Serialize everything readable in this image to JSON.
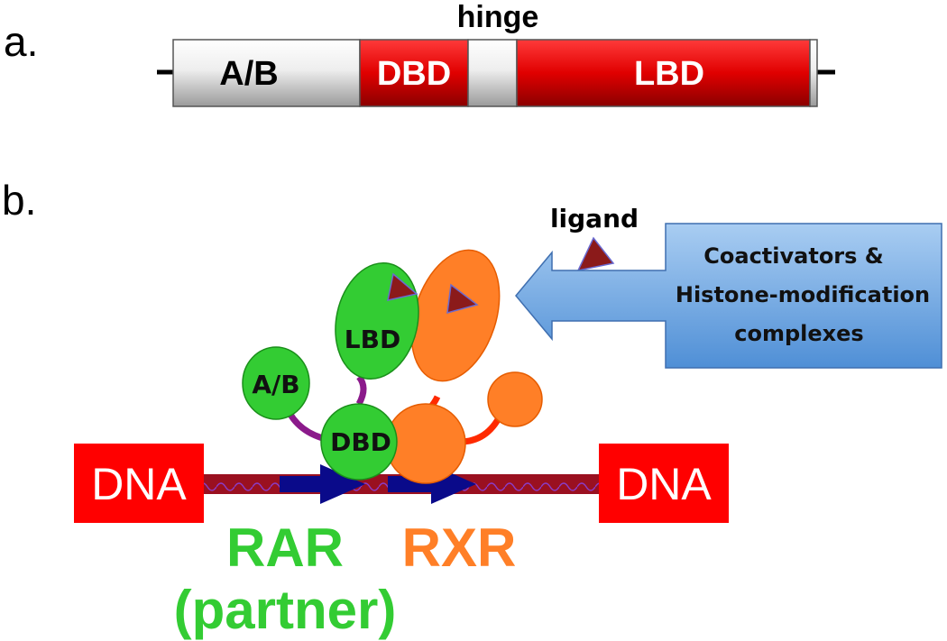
{
  "panel_a": {
    "label": "a.",
    "hinge_label": "hinge",
    "segments": {
      "ab": "A/B",
      "dbd": "DBD",
      "lbd": "LBD"
    }
  },
  "panel_b": {
    "label": "b.",
    "rar_domains": {
      "ab": "A/B",
      "lbd": "LBD",
      "dbd": "DBD"
    },
    "dna_left": "DNA",
    "dna_right": "DNA",
    "ligand_label": "ligand",
    "coactivator_lines": [
      "Coactivators &",
      "Histone-modification",
      "complexes"
    ],
    "rar_label": "RAR",
    "partner_label": "(partner)",
    "rxr_label": "RXR"
  },
  "colors": {
    "rar_green": "#33cc33",
    "rxr_orange": "#ff7f27",
    "dna_red": "#ff0000",
    "domain_red": "#d10000",
    "arrow_navy": "#0a0a8a",
    "ligand_maroon": "#8b1a1a",
    "coact_blue": "#7fb0e8"
  }
}
